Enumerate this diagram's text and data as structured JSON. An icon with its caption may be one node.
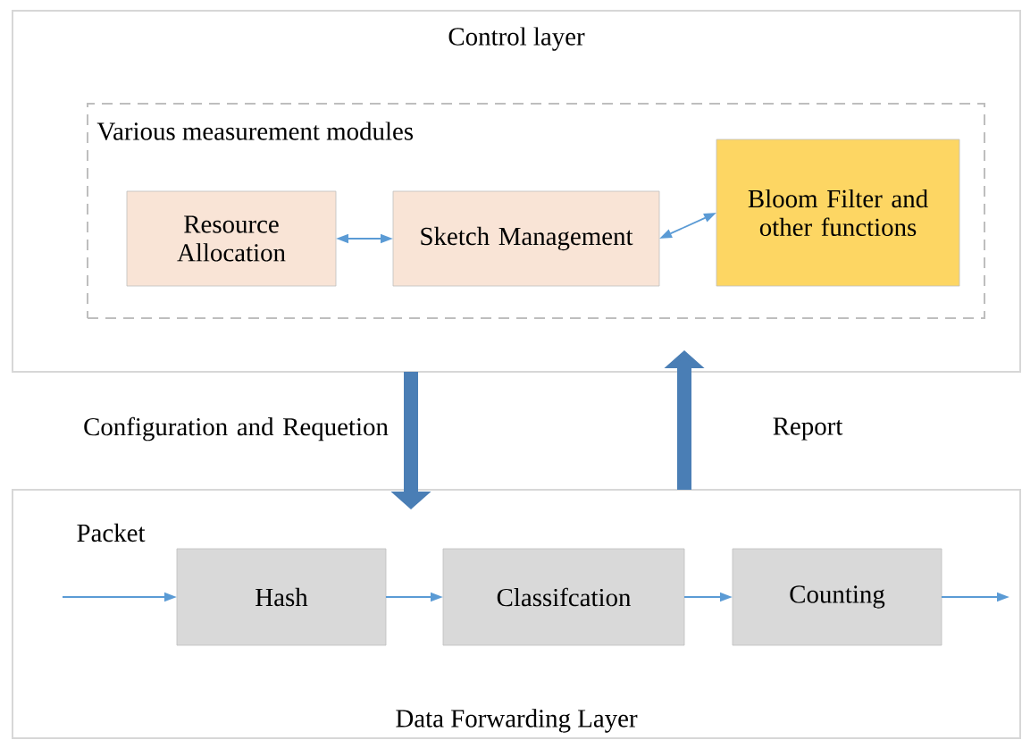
{
  "diagram": {
    "nodes": [
      {
        "text": [
          "Control layer"
        ]
      },
      {
        "text": [
          "Various measurement modules"
        ],
        "in": 0
      },
      {
        "text": [
          "Resource Allocation"
        ],
        "in": 1
      },
      {
        "text": [
          "Sketch Management"
        ],
        "in": 1
      },
      {
        "text": [
          "Bloom Filter and other functions"
        ],
        "in": 1
      },
      {
        "text": [
          "Data Forwarding Layer"
        ]
      },
      {
        "text": [
          "Hash"
        ],
        "in": 5
      },
      {
        "text": [
          "Classifcation"
        ],
        "in": 5
      },
      {
        "text": [
          "Counting"
        ],
        "in": 5
      }
    ],
    "edges": [
      {
        "from": 2,
        "to": 3,
        "arrow": "both"
      },
      {
        "from": 3,
        "to": 4,
        "arrow": "both"
      },
      {
        "from": 0,
        "to": 5,
        "arrow": "to",
        "label": "Configuration and Requetion",
        "style": "thick",
        "color": "#4a7eb5"
      },
      {
        "from": 5,
        "to": 0,
        "arrow": "to",
        "label": "Report",
        "style": "thick",
        "color": "#4a7eb5"
      },
      {
        "from": null,
        "to": 6,
        "arrow": "to",
        "label": "Packet"
      },
      {
        "from": 6,
        "to": 7,
        "arrow": "to"
      },
      {
        "from": 7,
        "to": 8,
        "arrow": "to"
      },
      {
        "from": 8,
        "to": null,
        "arrow": "to"
      }
    ]
  }
}
